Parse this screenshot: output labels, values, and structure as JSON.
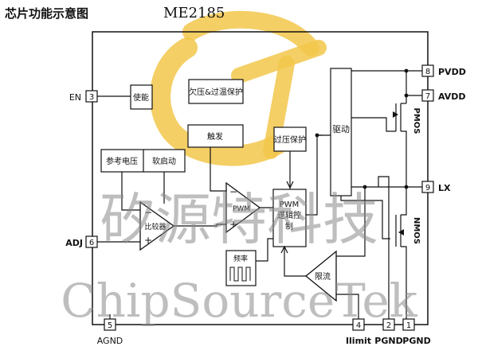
{
  "header": {
    "title": "芯片功能示意图",
    "part_number": "ME2185"
  },
  "watermark": {
    "cn": "矽源特科技",
    "en": "ChipSourceTek",
    "logo_color": "#F2C74A"
  },
  "pins": {
    "en": {
      "num": "3",
      "name": "EN"
    },
    "adj": {
      "num": "6",
      "name": "ADJ"
    },
    "agnd": {
      "num": "5",
      "name": "AGND"
    },
    "ilimit": {
      "num": "4",
      "name": "Ilimit"
    },
    "pgnd2": {
      "num": "2",
      "name": "PGND"
    },
    "pgnd1": {
      "num": "1",
      "name": "PGND"
    },
    "pvdd": {
      "num": "8",
      "name": "PVDD"
    },
    "avdd": {
      "num": "7",
      "name": "AVDD"
    },
    "lx": {
      "num": "9",
      "name": "LX"
    }
  },
  "blocks": {
    "enable": "使能",
    "uvp_otp": "欠压&过温保护",
    "trigger": "触发",
    "ovp": "过压保护",
    "vref": "参考电压",
    "softstart": "软启动",
    "comparator": "比较器",
    "pwm_comp": "PWM",
    "pwm_logic": "PWM逻辑控制",
    "frequency": "频率",
    "current_limit": "限流",
    "driver": "驱动",
    "pmos": "PMOS",
    "nmos": "NMOS"
  },
  "colors": {
    "line": "#111111",
    "logo": "#F2C74A"
  }
}
